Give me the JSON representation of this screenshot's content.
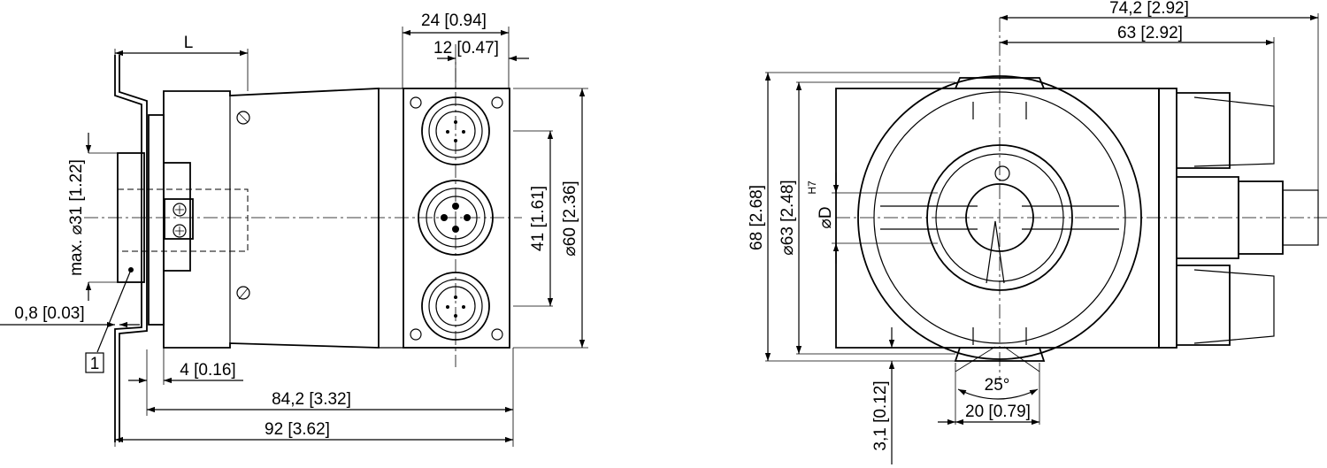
{
  "side_view": {
    "dim_L": "L",
    "dim_24": "24 [0.94]",
    "dim_12": "12 [0.47]",
    "dim_shaft_max31": "max. ⌀31 [1.22]",
    "dim_41": "41 [1.61]",
    "dim_60": "⌀60 [2.36]",
    "dim_08": "0,8 [0.03]",
    "callout_1": "1",
    "dim_4": "4 [0.16]",
    "dim_842": "84,2 [3.32]",
    "dim_92": "92 [3.62]"
  },
  "front_view": {
    "dim_742": "74,2 [2.92]",
    "dim_63_top": "63 [2.92]",
    "dim_68": "68 [2.68]",
    "dim_63_dia": "⌀63 [2.48]",
    "dim_D": "⌀D",
    "dim_H7": "H7",
    "dim_31": "3,1 [0.12]",
    "dim_angle": "25°",
    "dim_20": "20 [0.79]"
  }
}
